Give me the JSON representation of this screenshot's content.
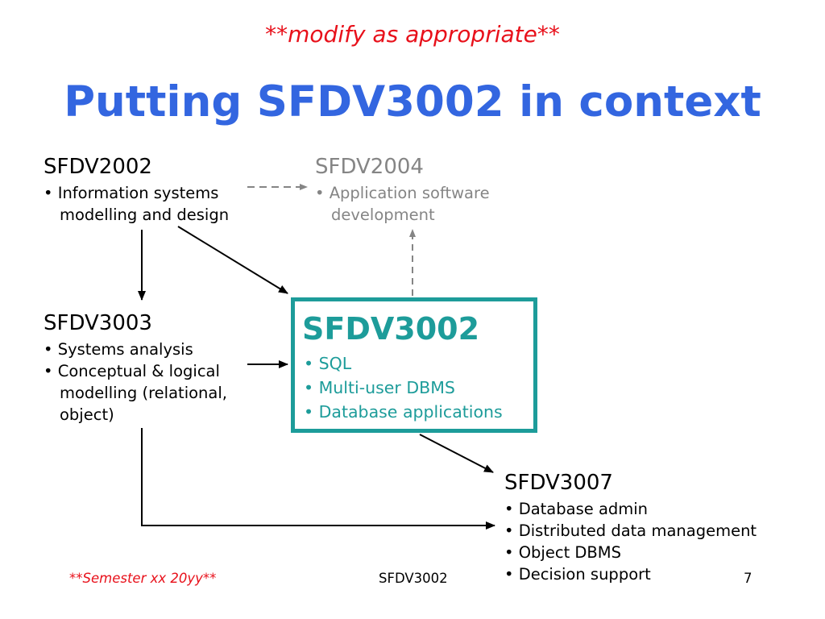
{
  "header": {
    "note": "**modify as appropriate**",
    "title": "Putting SFDV3002 in context"
  },
  "courses": {
    "sfdv2002": {
      "code": "SFDV2002",
      "bullet1": "• Information systems",
      "bullet1_cont": "modelling and design"
    },
    "sfdv2004": {
      "code": "SFDV2004",
      "bullet1": "• Application software",
      "bullet1_cont": "development"
    },
    "sfdv3003": {
      "code": "SFDV3003",
      "bullet1": "• Systems analysis",
      "bullet2": "• Conceptual & logical",
      "bullet2_cont1": "modelling (relational,",
      "bullet2_cont2": "object)"
    },
    "sfdv3002": {
      "code": "SFDV3002",
      "bullet1": "• SQL",
      "bullet2": "• Multi-user DBMS",
      "bullet3": "• Database applications"
    },
    "sfdv3007": {
      "code": "SFDV3007",
      "bullet1": "• Database admin",
      "bullet2": "• Distributed data management",
      "bullet3": "• Object DBMS",
      "bullet4": "• Decision support"
    }
  },
  "footer": {
    "left": "**Semester xx 20yy**",
    "center": "SFDV3002",
    "page": "7"
  },
  "colors": {
    "note": "#e8101a",
    "title": "#3366e0",
    "focus": "#1d9c9a",
    "future": "#858585"
  }
}
